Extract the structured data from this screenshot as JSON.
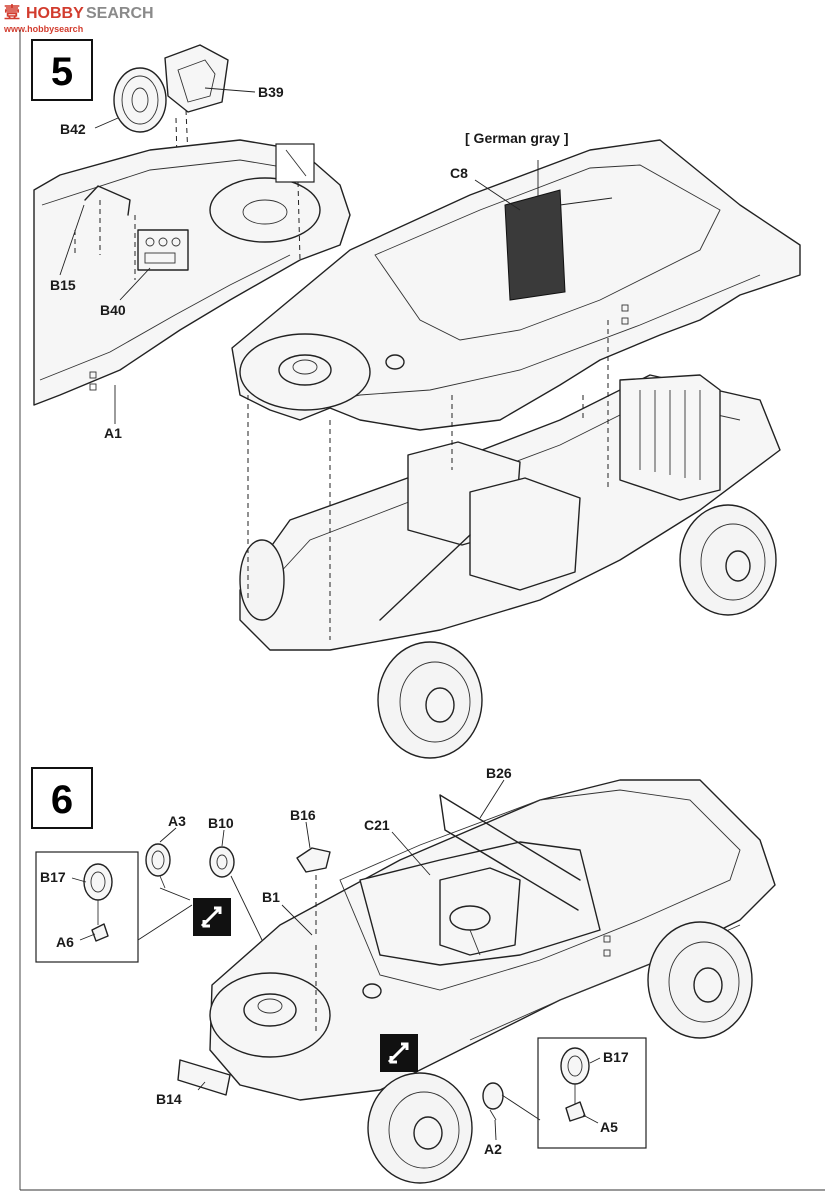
{
  "watermark": {
    "mark": "壹",
    "brand_a": "HOBBY",
    "brand_b": "SEARCH",
    "url": "www.hobbysearch"
  },
  "steps": [
    {
      "number": "5",
      "paint_note": "[ German gray ]",
      "labels": {
        "b39": "B39",
        "b42": "B42",
        "c8": "C8",
        "b15": "B15",
        "b40": "B40",
        "a1": "A1"
      }
    },
    {
      "number": "6",
      "labels": {
        "b26": "B26",
        "a3": "A3",
        "b10": "B10",
        "b16": "B16",
        "c21": "C21",
        "b1": "B1",
        "b17": "B17",
        "a6": "A6",
        "b14": "B14",
        "a2": "A2",
        "b17b": "B17",
        "a5": "A5"
      }
    }
  ]
}
